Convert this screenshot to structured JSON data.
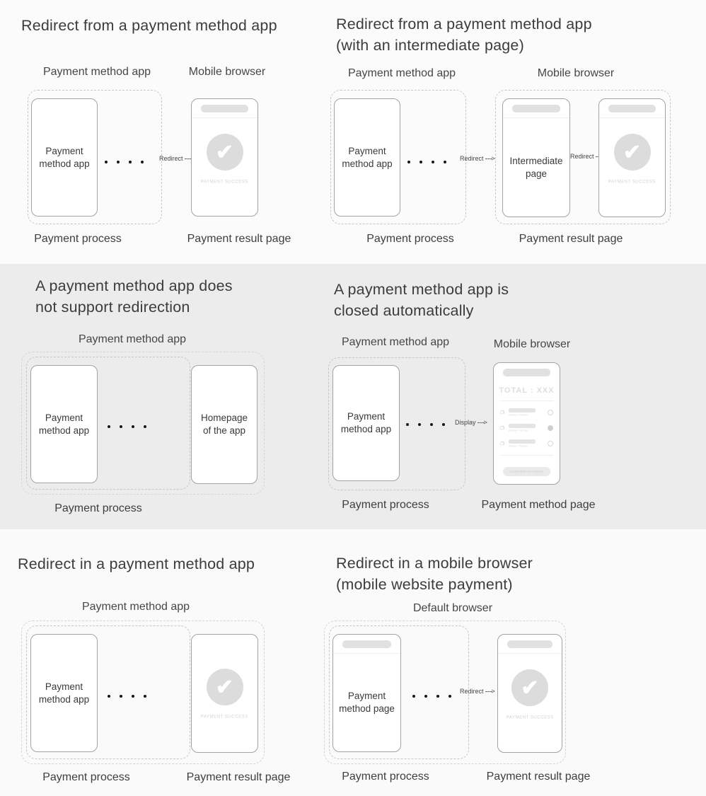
{
  "colors": {
    "page_bg": "#fbfbfb",
    "middle_band_bg": "#ececec",
    "phone_border": "#a3a3a3",
    "dashed_border": "#c6c6c6",
    "success_circle": "#dcdcdc",
    "dot_color": "#161616"
  },
  "icons": {
    "checkmark": "✔",
    "arrowhead": ">"
  },
  "panels": {
    "p1": {
      "title": "Redirect from a payment method app",
      "col_left": "Payment method app",
      "col_right": "Mobile browser",
      "phone_text": "Payment method app",
      "arrow_label": "Redirect",
      "success_text": "PAYMENT SUCCESS",
      "bottom_left": "Payment process",
      "bottom_right": "Payment result page"
    },
    "p2": {
      "title_line1": "Redirect from a payment method app",
      "title_line2": "(with an intermediate page)",
      "col_left": "Payment method app",
      "col_right": "Mobile browser",
      "phone_text": "Payment method app",
      "arrow1_label": "Redirect",
      "intermediate_text": "Intermediate page",
      "arrow2_label": "Redirect",
      "success_text": "PAYMENT SUCCESS",
      "bottom_left": "Payment process",
      "bottom_right": "Payment result page"
    },
    "p3": {
      "title_line1": "A payment method app does",
      "title_line2": "not support redirection",
      "col_left": "Payment method app",
      "phone_text": "Payment method app",
      "homepage_text": "Homepage of the app",
      "bottom_left": "Payment process"
    },
    "p4": {
      "title_line1": "A payment method app is",
      "title_line2": "closed automatically",
      "col_left": "Payment method app",
      "col_right": "Mobile browser",
      "phone_text": "Payment method app",
      "arrow_label": "Display",
      "total_text": "TOTAL : XXX",
      "wallet_caption": "Alipay+ Partner",
      "confirm_label": "CONFIRM PAYMENT",
      "bottom_left": "Payment process",
      "bottom_right": "Payment method page"
    },
    "p5": {
      "title": "Redirect in a payment method app",
      "col_left": "Payment method app",
      "phone_text": "Payment method app",
      "success_text": "PAYMENT SUCCESS",
      "bottom_left": "Payment process",
      "bottom_right": "Payment result page"
    },
    "p6": {
      "title_line1": "Redirect in a mobile browser",
      "title_line2": "(mobile website payment)",
      "col_label": "Default browser",
      "phone_text": "Payment method page",
      "arrow_label": "Redirect",
      "success_text": "PAYMENT SUCCESS",
      "bottom_left": "Payment process",
      "bottom_right": "Payment result page"
    }
  }
}
